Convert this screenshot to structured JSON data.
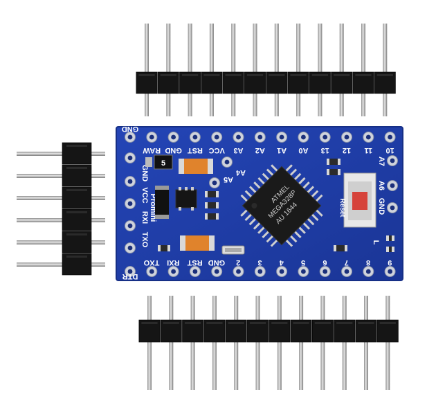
{
  "colors": {
    "background": "#ffffff",
    "pcb": "#1f3fa8",
    "pcb_edge": "#162f86",
    "silkscreen": "#ffffff",
    "pad_ring": "#cfd3dc",
    "header_plastic": "#151515",
    "pin_metal": "#c9c9c9",
    "chip_body": "#1a1a1a",
    "capacitor": "#e0832c",
    "button_cap": "#d6433a"
  },
  "board": {
    "top_labels": [
      "GND",
      "RAW",
      "GND",
      "RST",
      "VCC",
      "A3",
      "A2",
      "A1",
      "A0",
      "13",
      "12",
      "11",
      "10"
    ],
    "bottom_labels": [
      "TXO",
      "RXI",
      "RST",
      "GND",
      "2",
      "3",
      "4",
      "5",
      "6",
      "7",
      "8",
      "9"
    ],
    "left_labels": [
      "GND",
      "VCC",
      "RXI",
      "TXO"
    ],
    "left_edge_label": "DTR",
    "analog_labels": [
      "A4",
      "A5"
    ],
    "right_labels": [
      "A7",
      "A6",
      "GND",
      "L"
    ],
    "brand_label": "Promini",
    "reset_label": "Reset",
    "chip_markings": [
      "ATMEL",
      "MEGA328P",
      "AU 1644"
    ],
    "regulator_marking": "5"
  }
}
